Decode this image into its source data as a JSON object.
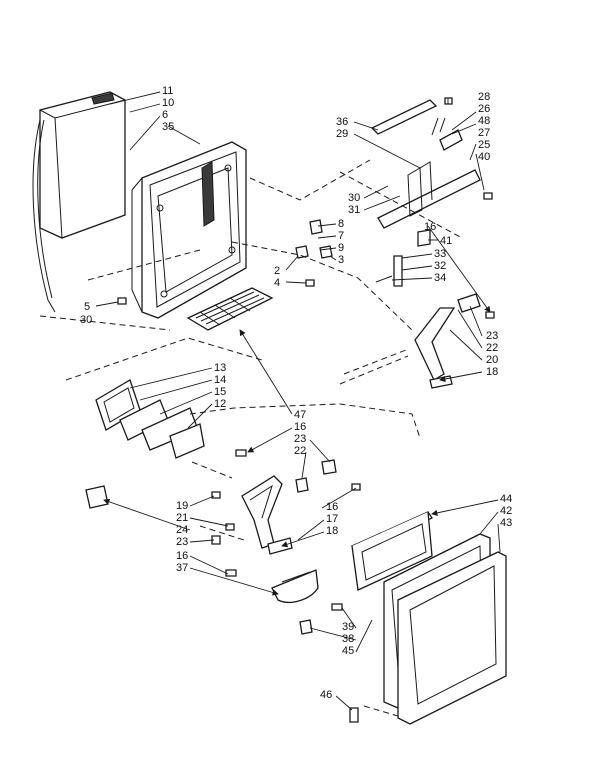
{
  "labels": {
    "l11": "11",
    "l10": "10",
    "l6": "6",
    "l35": "35",
    "l28": "28",
    "l26": "26",
    "l48": "48",
    "l27": "27",
    "l25": "25",
    "l40": "40",
    "l36": "36",
    "l29": "29",
    "l30a": "30",
    "l31": "31",
    "l8": "8",
    "l7": "7",
    "l9": "9",
    "l3": "3",
    "l2": "2",
    "l4": "4",
    "l16a": "16",
    "l41": "41",
    "l33": "33",
    "l32": "32",
    "l34": "34",
    "l5": "5",
    "l30b": "30",
    "l23a": "23",
    "l22a": "22",
    "l20": "20",
    "l18a": "18",
    "l13": "13",
    "l14": "14",
    "l15": "15",
    "l12": "12",
    "l47": "47",
    "l16b": "16",
    "l23b": "23",
    "l22b": "22",
    "l16c": "16",
    "l17": "17",
    "l18b": "18",
    "l19": "19",
    "l21": "21",
    "l24": "24",
    "l23c": "23",
    "l16d": "16",
    "l37": "37",
    "l44": "44",
    "l42": "42",
    "l43": "43",
    "l39": "39",
    "l38": "38",
    "l45": "45",
    "l46": "46"
  }
}
